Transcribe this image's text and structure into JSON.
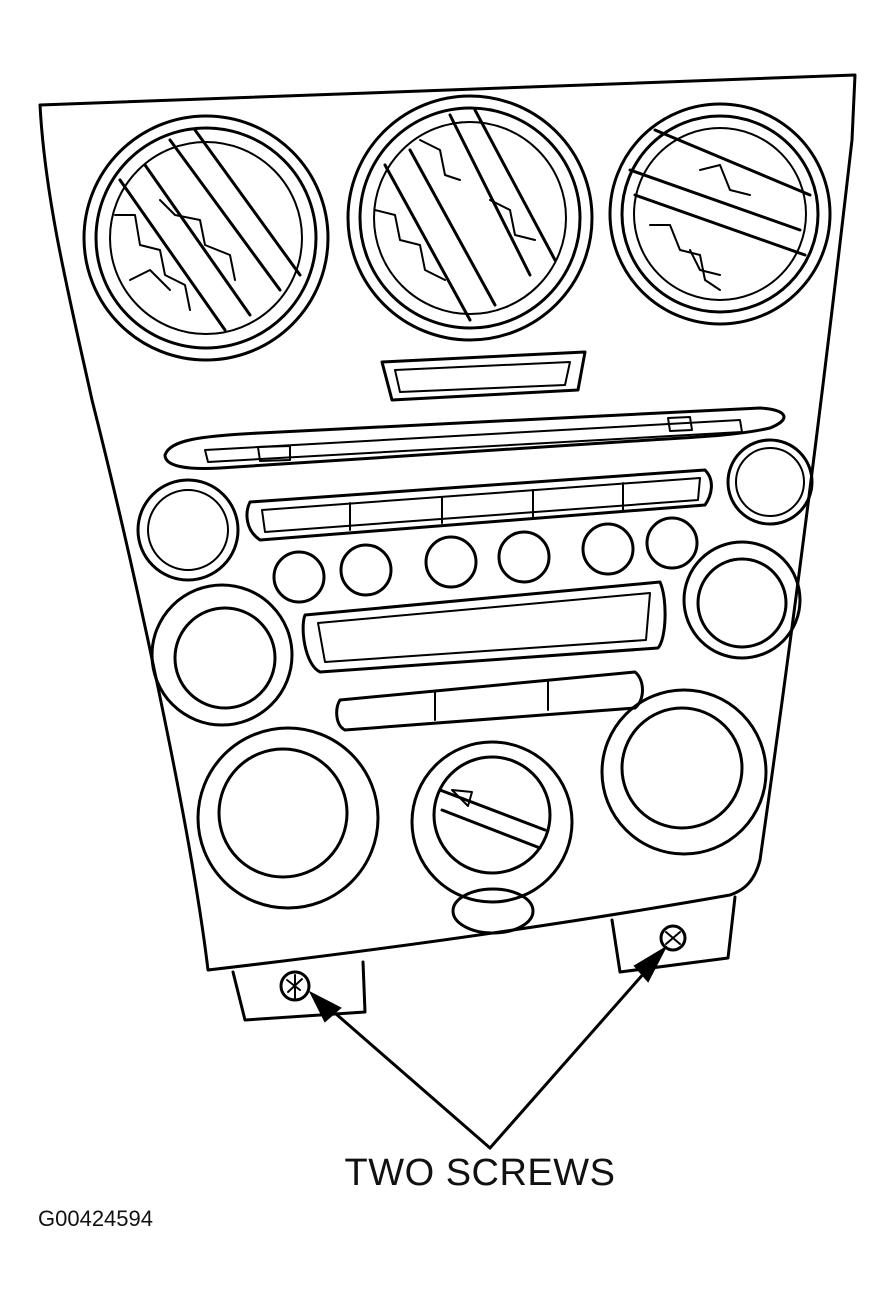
{
  "diagram": {
    "callout_label": "TWO SCREWS",
    "figure_id": "G00424594",
    "components": {
      "vents": [
        "left-air-vent",
        "center-air-vent",
        "right-air-vent"
      ],
      "screws": [
        "left-screw",
        "right-screw"
      ]
    },
    "line_color": "#000000",
    "background": "#ffffff"
  }
}
